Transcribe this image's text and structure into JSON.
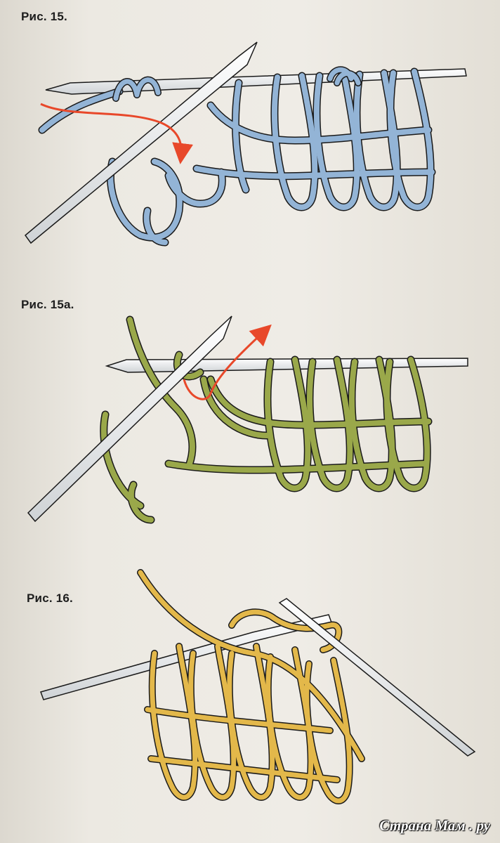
{
  "figures": [
    {
      "label": "Рис. 15.",
      "yarn_color": "#93b4d6",
      "arrow_color": "#e8482a"
    },
    {
      "label": "Рис. 15а.",
      "yarn_color": "#9aa84a",
      "arrow_color": "#e8482a"
    },
    {
      "label": "Рис. 16.",
      "yarn_color": "#e3b84a"
    }
  ],
  "watermark": "Страна Мам . ру",
  "colors": {
    "needle_fill": "#fafafa",
    "outline": "#1a1a1a"
  }
}
